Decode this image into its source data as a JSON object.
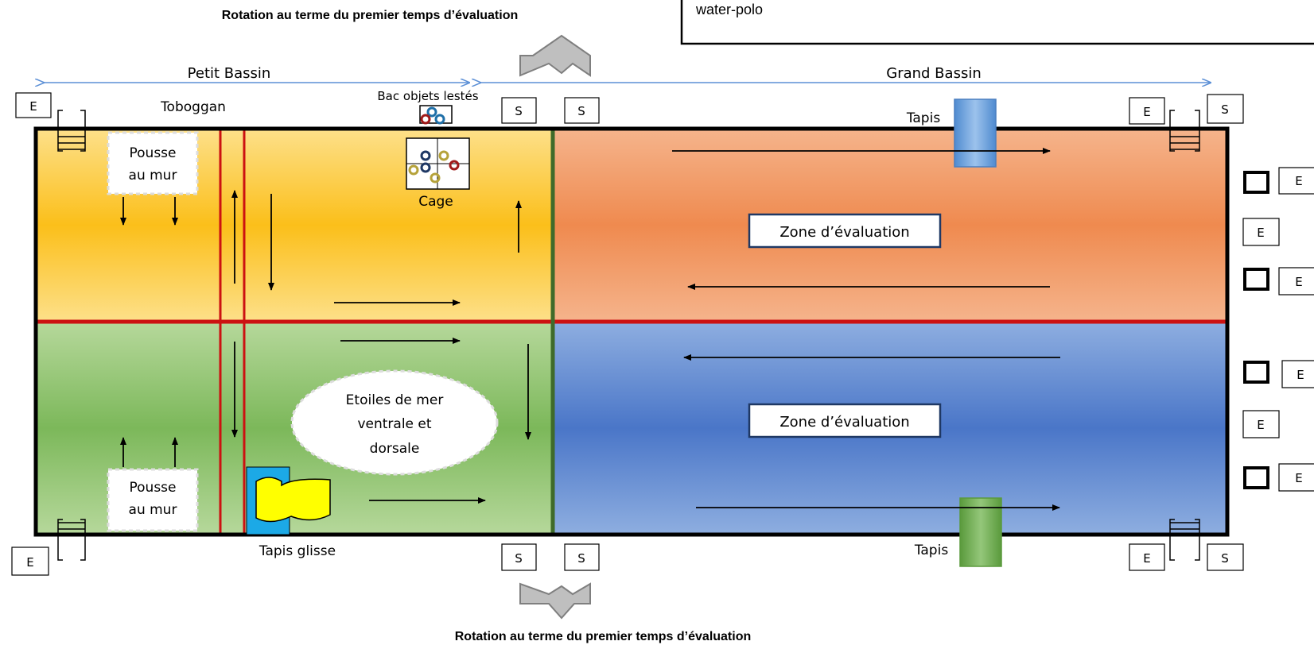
{
  "title_top": "Rotation au terme du premier temps d’évaluation",
  "title_bottom": "Rotation au terme du premier temps d’évaluation",
  "note_box_text": "water-polo",
  "petit_bassin_label": "Petit Bassin",
  "grand_bassin_label": "Grand Bassin",
  "toboggan_label": "Toboggan",
  "bac_label": "Bac objets lestés",
  "cage_label": "Cage",
  "tapis_label": "Tapis",
  "tapis_glisse_label": "Tapis glisse",
  "pousse_au_mur": [
    "Pousse",
    "au mur"
  ],
  "etoiles_lines": [
    "Etoiles de mer",
    "ventrale et",
    "dorsale"
  ],
  "zone_label": "Zone d’évaluation",
  "marker_e": "E",
  "marker_s": "S",
  "colors": {
    "zone_yellow": "#fbbf1a",
    "zone_orange": "#ef8a4f",
    "zone_green": "#7cb85a",
    "zone_blue": "#4a76c8",
    "lane_red": "#cc1111",
    "divider_green": "#3f6b2a",
    "measure_blue": "#5b8fd6",
    "tapis_blue": "#6a9fd8",
    "tapis_green": "#6fae4e",
    "glisse_cyan": "#1ca9e6",
    "glisse_yellow": "#ffff00"
  }
}
